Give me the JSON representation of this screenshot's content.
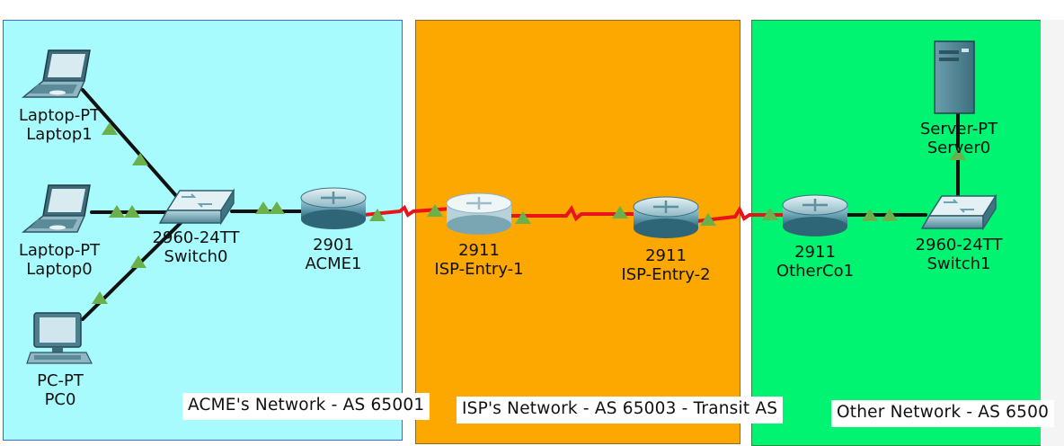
{
  "regions": [
    {
      "id": "acme",
      "label": "ACME's Network - AS 65001",
      "color": "#a8fbfd"
    },
    {
      "id": "isp",
      "label": "ISP's Network - AS 65003 - Transit AS",
      "color": "#fca800"
    },
    {
      "id": "other",
      "label": "Other Network - AS 6500",
      "color": "#00f472"
    }
  ],
  "devices": [
    {
      "id": "laptop1",
      "icon": "laptop-icon",
      "model": "Laptop-PT",
      "name": "Laptop1"
    },
    {
      "id": "laptop0",
      "icon": "laptop-icon",
      "model": "Laptop-PT",
      "name": "Laptop0"
    },
    {
      "id": "pc0",
      "icon": "pc-icon",
      "model": "PC-PT",
      "name": "PC0"
    },
    {
      "id": "switch0",
      "icon": "switch-icon",
      "model": "2960-24TT",
      "name": "Switch0"
    },
    {
      "id": "acme1",
      "icon": "router-icon",
      "model": "2901",
      "name": "ACME1"
    },
    {
      "id": "isp1",
      "icon": "router-icon",
      "model": "2911",
      "name": "ISP-Entry-1"
    },
    {
      "id": "isp2",
      "icon": "router-icon",
      "model": "2911",
      "name": "ISP-Entry-2"
    },
    {
      "id": "otherco1",
      "icon": "router-icon",
      "model": "2911",
      "name": "OtherCo1"
    },
    {
      "id": "switch1",
      "icon": "switch-icon",
      "model": "2960-24TT",
      "name": "Switch1"
    },
    {
      "id": "server0",
      "icon": "server-icon",
      "model": "Server-PT",
      "name": "Server0"
    }
  ],
  "links": [
    {
      "from": "laptop1",
      "to": "switch0",
      "type": "ethernet"
    },
    {
      "from": "laptop0",
      "to": "switch0",
      "type": "ethernet"
    },
    {
      "from": "pc0",
      "to": "switch0",
      "type": "ethernet"
    },
    {
      "from": "switch0",
      "to": "acme1",
      "type": "ethernet"
    },
    {
      "from": "acme1",
      "to": "isp1",
      "type": "serial"
    },
    {
      "from": "isp1",
      "to": "isp2",
      "type": "serial"
    },
    {
      "from": "isp2",
      "to": "otherco1",
      "type": "serial"
    },
    {
      "from": "otherco1",
      "to": "switch1",
      "type": "ethernet"
    },
    {
      "from": "switch1",
      "to": "server0",
      "type": "ethernet"
    }
  ],
  "colors": {
    "ethernet": "#111111",
    "serial": "#e8141c",
    "link_status_up": "#6ab04c",
    "router": "#6fa3b3",
    "switch": "#5f97a8"
  }
}
